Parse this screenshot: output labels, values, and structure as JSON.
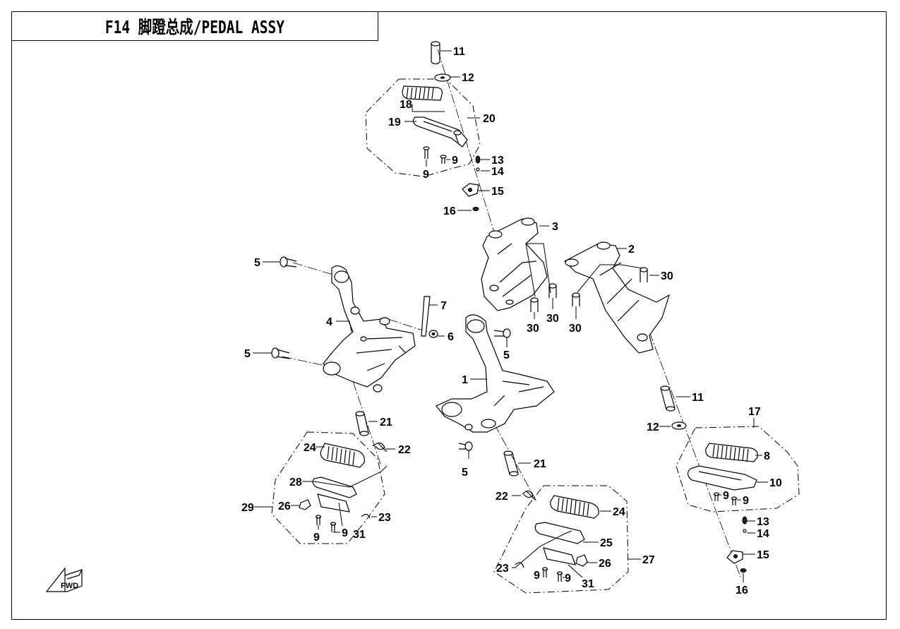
{
  "title": "F14 脚蹬总成/PEDAL  ASSY",
  "callouts": {
    "c1": "1",
    "c2": "2",
    "c3": "3",
    "c4": "4",
    "c5a": "5",
    "c5b": "5",
    "c5c": "5",
    "c5d": "5",
    "c6": "6",
    "c7": "7",
    "c8": "8",
    "c9a": "9",
    "c9b": "9",
    "c9c": "9",
    "c9d": "9",
    "c9e": "9",
    "c9f": "9",
    "c9g": "9",
    "c9h": "9",
    "c10": "10",
    "c11a": "11",
    "c11b": "11",
    "c12a": "12",
    "c12b": "12",
    "c13a": "13",
    "c13b": "13",
    "c14a": "14",
    "c14b": "14",
    "c15a": "15",
    "c15b": "15",
    "c16a": "16",
    "c16b": "16",
    "c17": "17",
    "c18": "18",
    "c19": "19",
    "c20": "20",
    "c21a": "21",
    "c21b": "21",
    "c22a": "22",
    "c22b": "22",
    "c23a": "23",
    "c23b": "23",
    "c24a": "24",
    "c24b": "24",
    "c25": "25",
    "c26a": "26",
    "c26b": "26",
    "c27": "27",
    "c28": "28",
    "c29": "29",
    "c30a": "30",
    "c30b": "30",
    "c30c": "30",
    "c30d": "30",
    "c31a": "31",
    "c31b": "31"
  },
  "fwd_mark": "FWD"
}
